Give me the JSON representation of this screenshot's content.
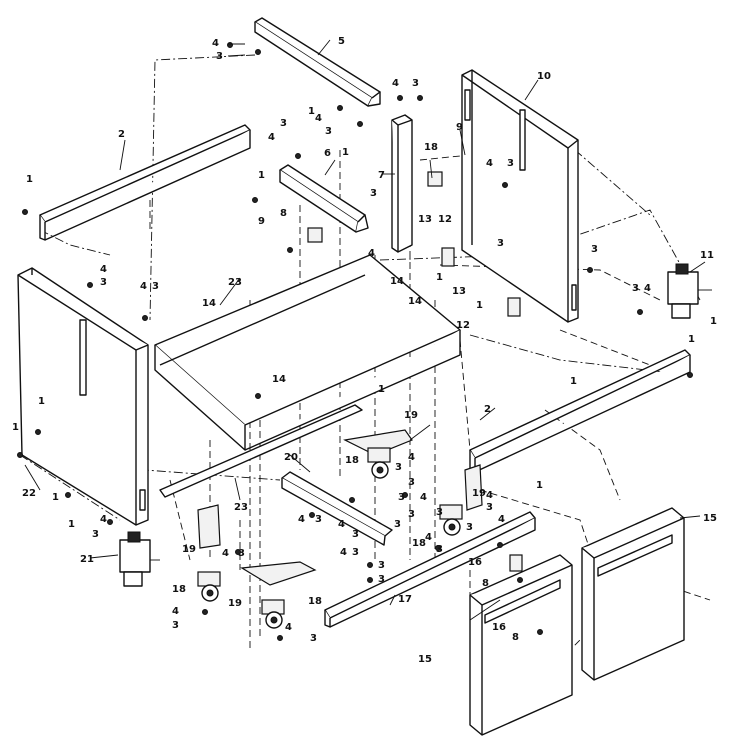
{
  "callouts": [
    {
      "text": "1"
    },
    {
      "text": "2"
    },
    {
      "text": "3"
    },
    {
      "text": "4"
    },
    {
      "text": "5"
    },
    {
      "text": "6"
    },
    {
      "text": "7"
    },
    {
      "text": "8"
    },
    {
      "text": "9"
    },
    {
      "text": "10"
    },
    {
      "text": "11"
    },
    {
      "text": "12"
    },
    {
      "text": "13"
    },
    {
      "text": "14"
    },
    {
      "text": "15"
    },
    {
      "text": "16"
    },
    {
      "text": "17"
    },
    {
      "text": "18"
    },
    {
      "text": "19"
    },
    {
      "text": "20"
    },
    {
      "text": "21"
    },
    {
      "text": "22"
    },
    {
      "text": "23"
    }
  ]
}
